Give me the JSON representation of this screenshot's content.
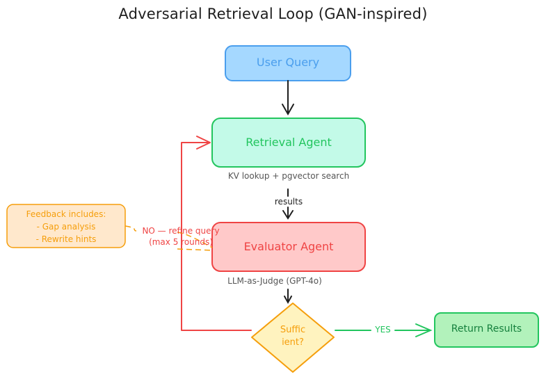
{
  "title": "Adversarial Retrieval Loop (GAN-inspired)",
  "nodes": {
    "user_query": {
      "label": "User Query"
    },
    "retrieval_agent": {
      "label": "Retrieval Agent",
      "caption": "KV lookup + pgvector search"
    },
    "evaluator_agent": {
      "label": "Evaluator Agent",
      "caption": "LLM-as-Judge (GPT-4o)"
    },
    "decision": {
      "label_line1": "Suffic",
      "label_line2": "ient?"
    },
    "return_results": {
      "label": "Return Results"
    }
  },
  "edges": {
    "results_label": "results",
    "yes_label": "YES",
    "no_label_line1": "NO — refine query",
    "no_label_line2": "(max 5 rounds)"
  },
  "feedback_note": {
    "line1": "Feedback includes:",
    "line2": "- Gap analysis",
    "line3": "- Rewrite hints"
  },
  "colors": {
    "blue_fill": "#a5d8ff",
    "blue_stroke": "#4a9eed",
    "blue_text": "#4a9eed",
    "green_fill": "#c3fae8",
    "green_stroke": "#22c55e",
    "green_text": "#22c55e",
    "red_fill": "#ffc9c9",
    "red_stroke": "#ef4444",
    "red_text": "#ef4444",
    "yellow_fill": "#fff3bf",
    "yellow_stroke": "#f59e0b",
    "yellow_text": "#f59e0b",
    "orange_fill": "#ffe8cc",
    "orange_stroke": "#f59e0b",
    "result_fill": "#b2f2bb",
    "result_stroke": "#22c55e",
    "result_text": "#15803d",
    "ink": "#1e1e1e"
  }
}
